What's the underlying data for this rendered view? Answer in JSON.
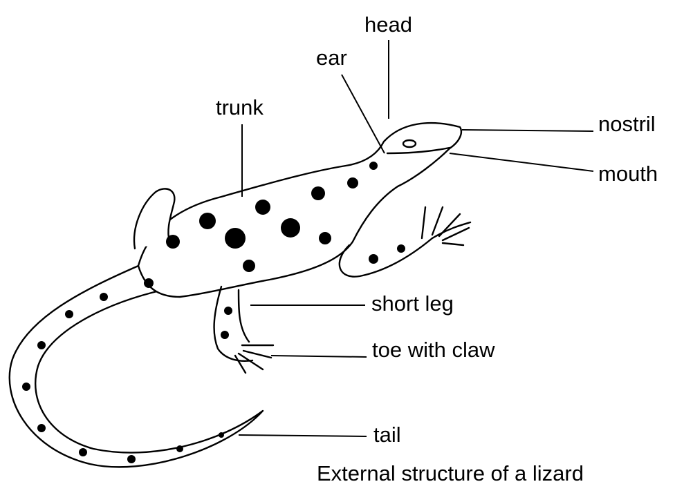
{
  "diagram": {
    "labels": {
      "head": "head",
      "ear": "ear",
      "trunk": "trunk",
      "nostril": "nostril",
      "mouth": "mouth",
      "short_leg": "short leg",
      "toe_with_claw": "toe with claw",
      "tail": "tail"
    },
    "caption": "External structure of a lizard"
  },
  "colors": {
    "ink": "#000000",
    "paper": "#ffffff"
  }
}
